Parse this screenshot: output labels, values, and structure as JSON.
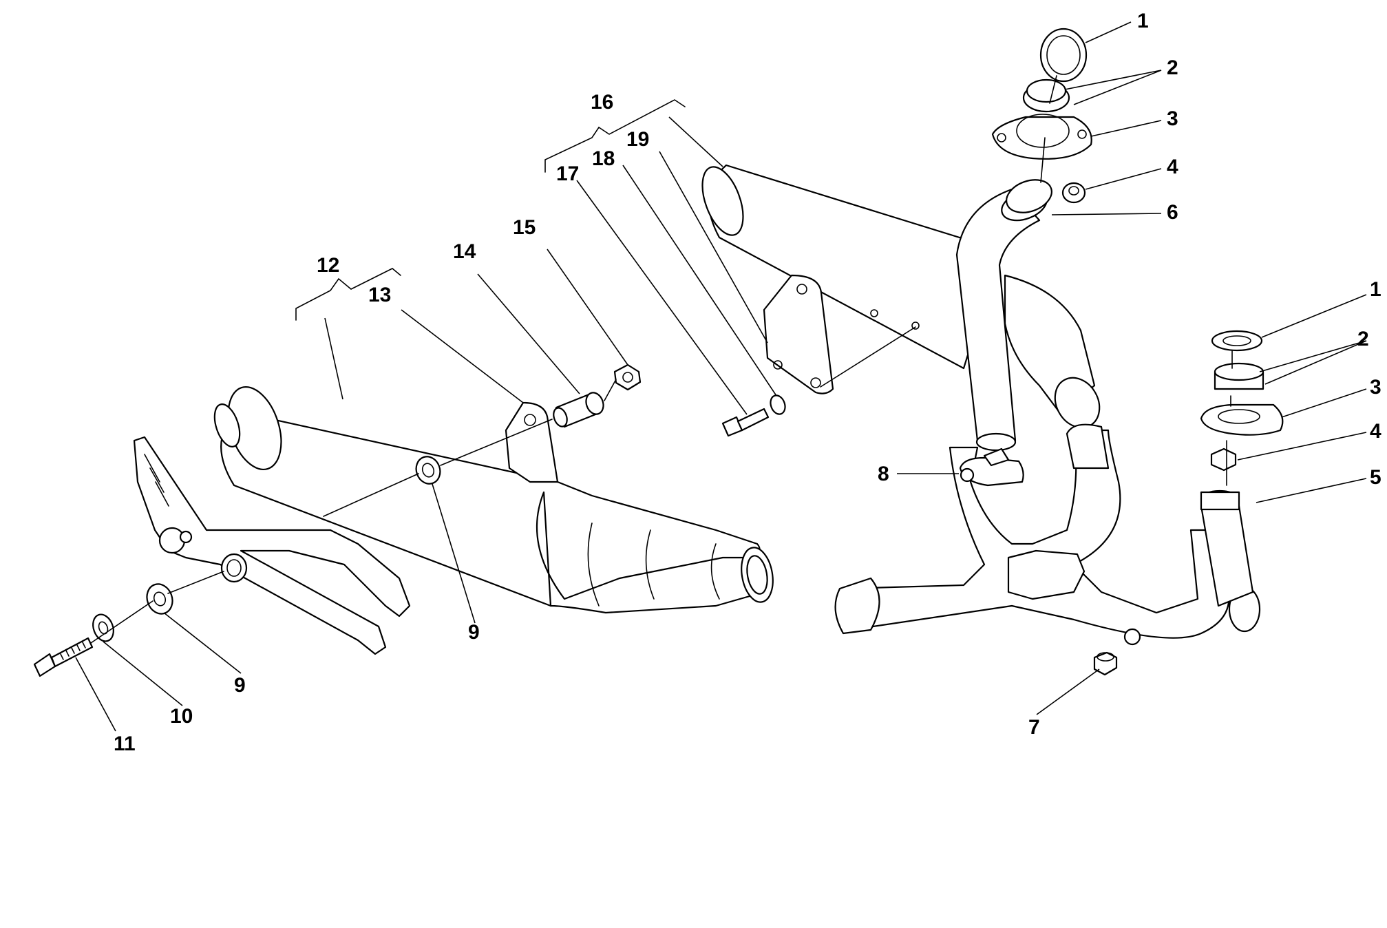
{
  "callouts": [
    {
      "label": "1"
    },
    {
      "label": "2"
    },
    {
      "label": "3"
    },
    {
      "label": "4"
    },
    {
      "label": "6"
    },
    {
      "label": "1"
    },
    {
      "label": "2"
    },
    {
      "label": "3"
    },
    {
      "label": "4"
    },
    {
      "label": "5"
    },
    {
      "label": "7"
    },
    {
      "label": "8"
    },
    {
      "label": "9"
    },
    {
      "label": "9"
    },
    {
      "label": "10"
    },
    {
      "label": "11"
    },
    {
      "label": "12"
    },
    {
      "label": "13"
    },
    {
      "label": "14"
    },
    {
      "label": "15"
    },
    {
      "label": "16"
    },
    {
      "label": "17"
    },
    {
      "label": "18"
    },
    {
      "label": "19"
    }
  ]
}
